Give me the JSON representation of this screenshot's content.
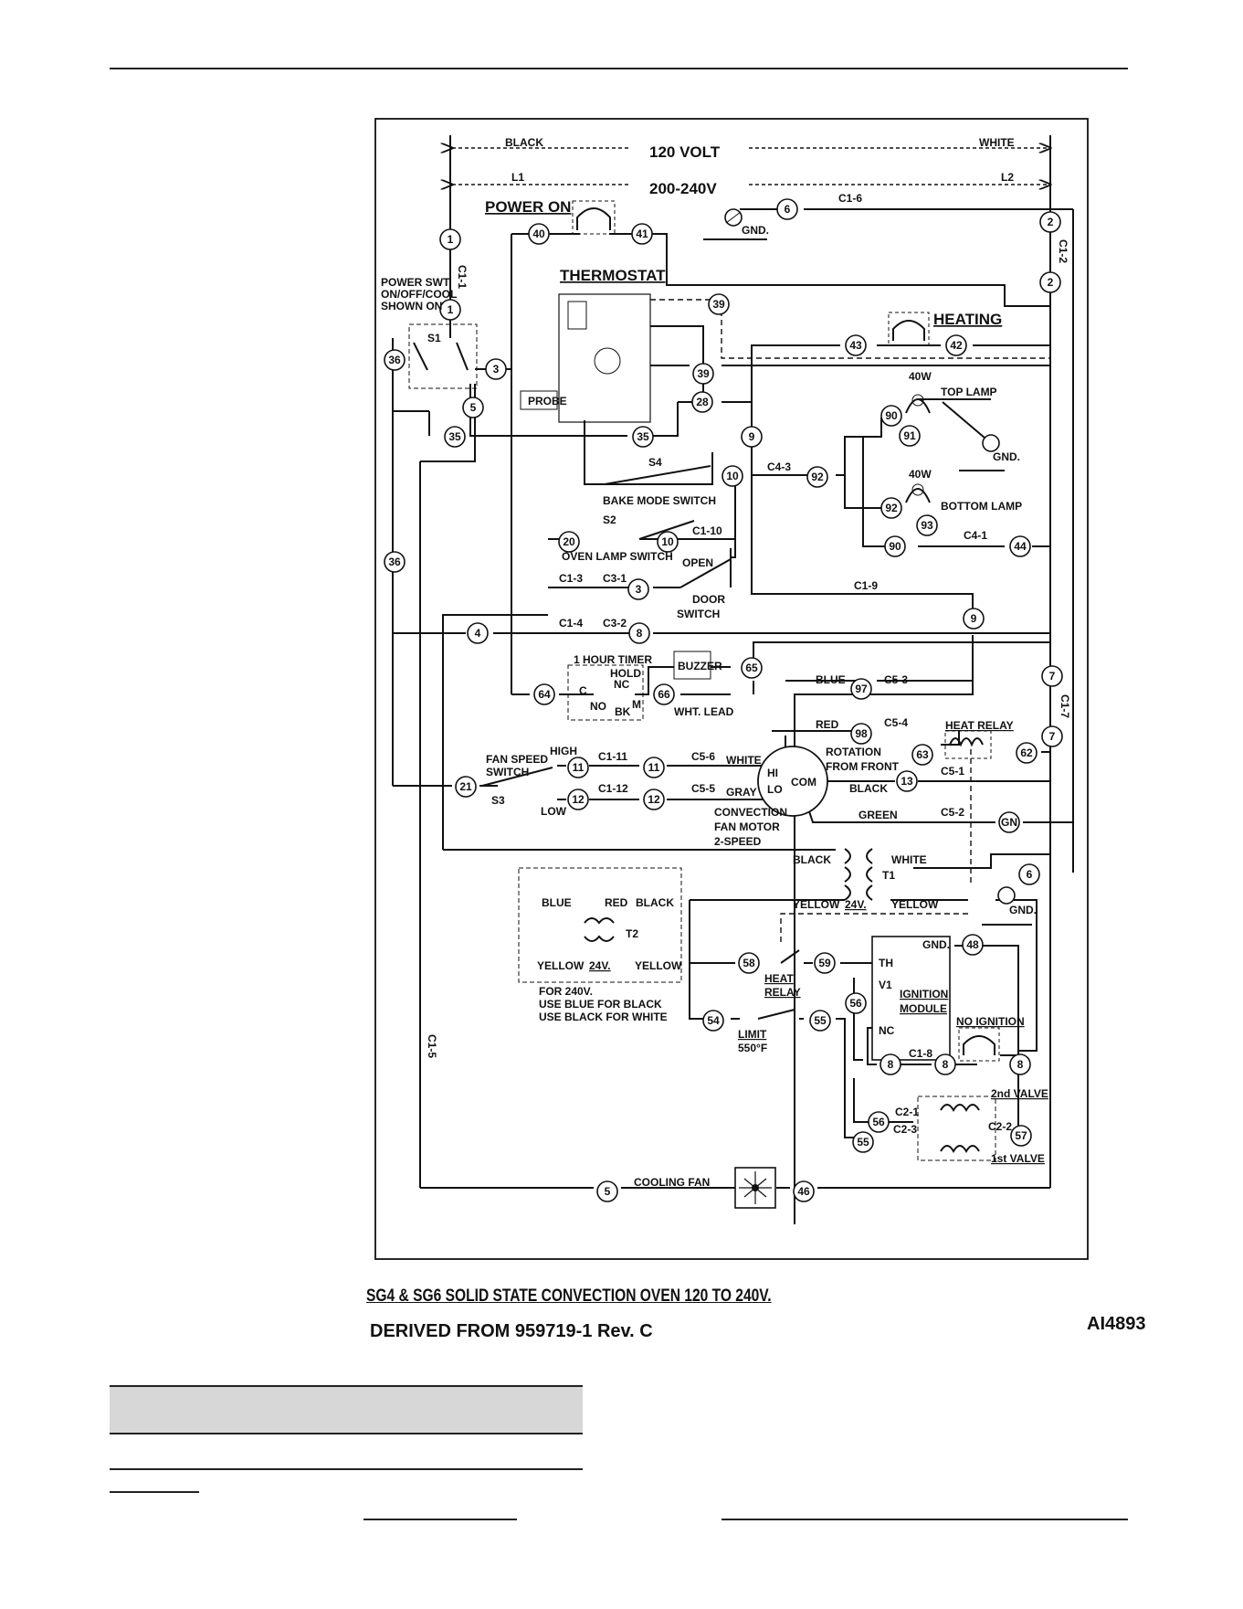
{
  "diagram": {
    "supply": {
      "line1_color": "BLACK",
      "line2_color": "WHITE",
      "voltage_120": "120 VOLT",
      "voltage_240": "200-240V",
      "l1": "L1",
      "l2": "L2"
    },
    "components": {
      "power_on": "POWER ON",
      "thermostat": "THERMOSTAT",
      "heating": "HEATING",
      "power_switch": [
        "POWER SWT",
        "ON/OFF/COOL",
        "SHOWN ON"
      ],
      "s1": "S1",
      "probe": "PROBE",
      "gnd": "GND.",
      "top_lamp": "TOP LAMP",
      "bottom_lamp": "BOTTOM LAMP",
      "lamp_watt": "40W",
      "s4": "S4",
      "bake_mode_switch": "BAKE MODE SWITCH",
      "s2": "S2",
      "oven_lamp_switch": "OVEN LAMP SWITCH",
      "open": "OPEN",
      "door_switch": [
        "DOOR",
        "SWITCH"
      ],
      "timer": "1 HOUR TIMER",
      "timer_hold": "HOLD",
      "timer_nc": "NC",
      "timer_c": "C",
      "timer_no": "NO",
      "timer_bk": "BK",
      "timer_m": "M",
      "buzzer": "BUZZER",
      "wht_lead": "WHT. LEAD",
      "fan_speed_switch": [
        "FAN SPEED",
        "SWITCH"
      ],
      "s3": "S3",
      "high": "HIGH",
      "low": "LOW",
      "blue": "BLUE",
      "red": "RED",
      "white": "WHITE",
      "gray": "GRAY",
      "black": "BLACK",
      "green": "GREEN",
      "yellow": "YELLOW",
      "heat_relay": "HEAT RELAY",
      "rotation": [
        "ROTATION",
        "FROM FRONT"
      ],
      "motor_hi": "HI",
      "motor_lo": "LO",
      "motor_com": "COM",
      "motor": [
        "CONVECTION",
        "FAN MOTOR",
        "2-SPEED"
      ],
      "t1": "T1",
      "t2": "T2",
      "v24": "24V.",
      "t2_note": [
        "FOR 240V.",
        "USE BLUE FOR BLACK",
        "USE BLACK FOR WHITE"
      ],
      "heat_relay_contact": [
        "HEAT",
        "RELAY"
      ],
      "limit": [
        "LIMIT",
        "550°F"
      ],
      "ignition_module": [
        "IGNITION",
        "MODULE"
      ],
      "im_th": "TH",
      "im_v1": "V1",
      "im_nc": "NC",
      "im_gnd": "GND.",
      "no_ignition": "NO IGNITION",
      "second_valve": "2nd VALVE",
      "first_valve": "1st VALVE",
      "cooling_fan": "COOLING FAN",
      "gn": "GN"
    },
    "connectors": {
      "c1_6": "C1-6",
      "c1_1": "C1-1",
      "c1_2": "C1-2",
      "c4_3": "C4-3",
      "c4_1": "C4-1",
      "c1_10": "C1-10",
      "c1_3": "C1-3",
      "c3_1": "C3-1",
      "c1_9": "C1-9",
      "c1_4": "C1-4",
      "c3_2": "C3-2",
      "c5_3": "C5-3",
      "c1_7": "C1-7",
      "c5_4": "C5-4",
      "c1_11": "C1-11",
      "c5_6": "C5-6",
      "c5_1": "C5-1",
      "c1_12": "C1-12",
      "c5_5": "C5-5",
      "c5_2": "C5-2",
      "c1_5": "C1-5",
      "c1_8": "C1-8",
      "c2_1": "C2-1",
      "c2_3": "C2-3",
      "c2_2": "C2-2"
    }
  },
  "caption": {
    "title": "SG4 & SG6 SOLID STATE CONVECTION OVEN 120 TO 240V.",
    "derived": "DERIVED FROM 959719-1 Rev.  C",
    "drawing_id": "AI4893"
  }
}
